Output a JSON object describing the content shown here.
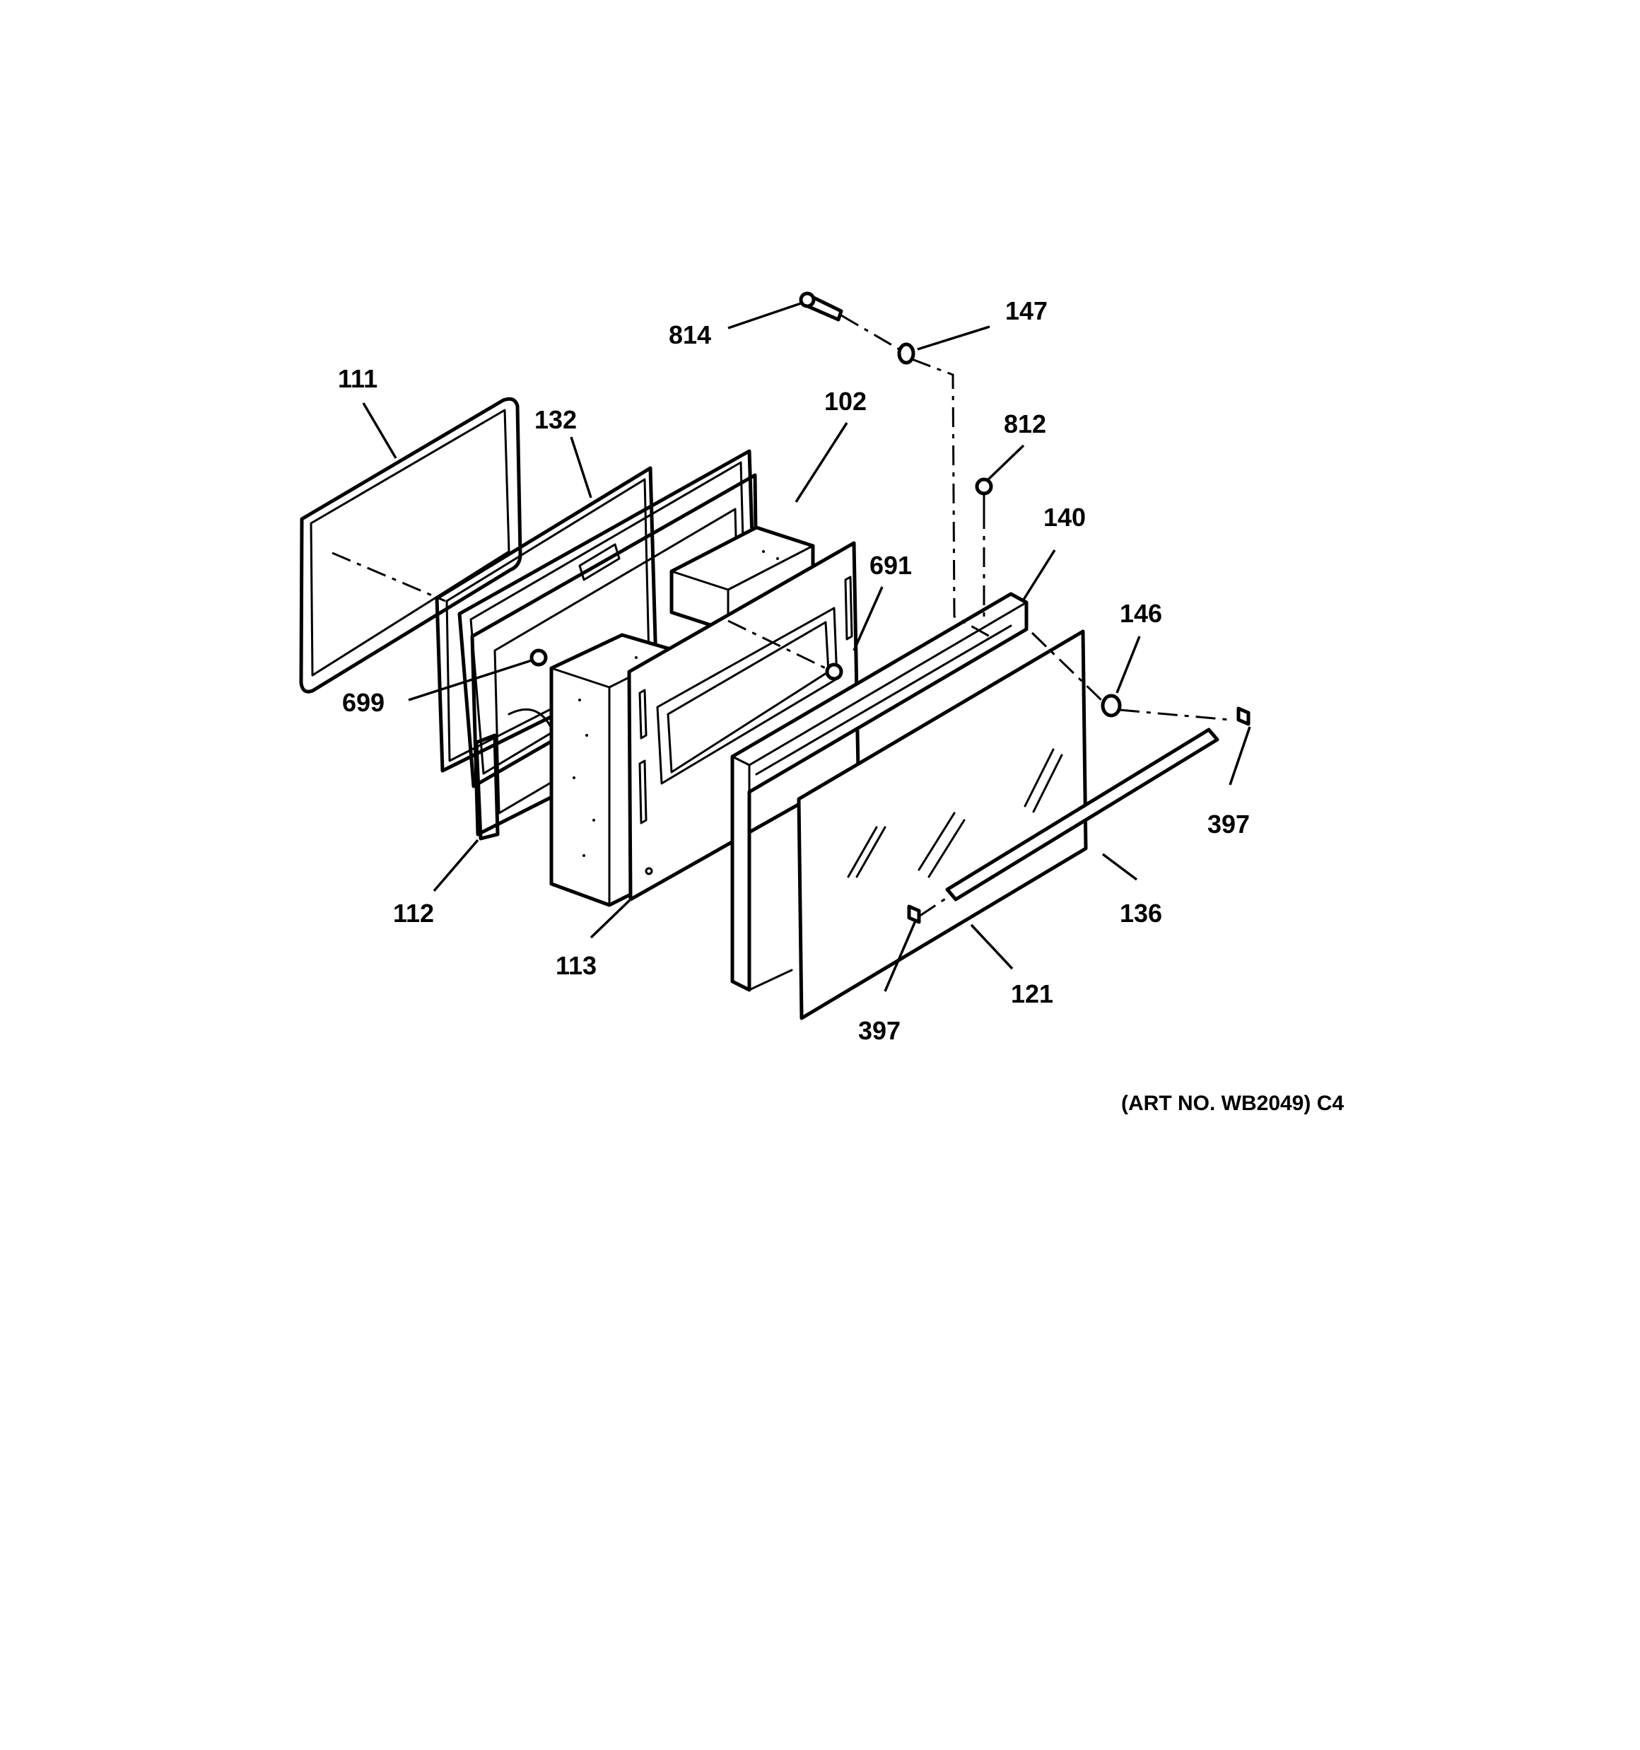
{
  "diagram": {
    "art_number": "(ART NO. WB2049) C4",
    "callouts": [
      {
        "id": "814",
        "label": "814"
      },
      {
        "id": "147",
        "label": "147"
      },
      {
        "id": "111",
        "label": "111"
      },
      {
        "id": "132",
        "label": "132"
      },
      {
        "id": "102",
        "label": "102"
      },
      {
        "id": "812",
        "label": "812"
      },
      {
        "id": "140",
        "label": "140"
      },
      {
        "id": "691",
        "label": "691"
      },
      {
        "id": "146",
        "label": "146"
      },
      {
        "id": "699",
        "label": "699"
      },
      {
        "id": "397a",
        "label": "397"
      },
      {
        "id": "112",
        "label": "112"
      },
      {
        "id": "136",
        "label": "136"
      },
      {
        "id": "113",
        "label": "113"
      },
      {
        "id": "121",
        "label": "121"
      },
      {
        "id": "397b",
        "label": "397"
      }
    ]
  }
}
